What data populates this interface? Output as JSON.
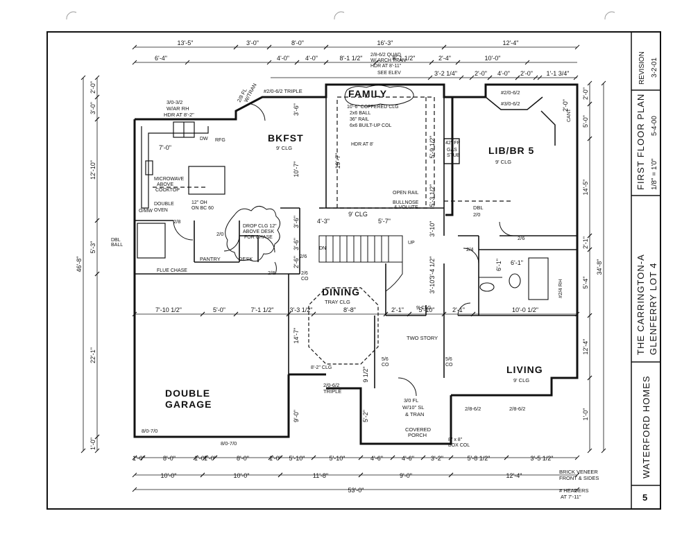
{
  "title_block": {
    "company": "WATERFORD HOMES",
    "plan_name": "THE CARRINGTON-A",
    "lot": "GLENFERRY LOT 4",
    "sheet_title": "FIRST FLOOR PLAN",
    "scale": "1/8\" = 1'0\"",
    "date": "5-4-00",
    "revision_label": "REVISION",
    "revision_date": "3-2-01",
    "sheet_number": "5"
  },
  "rooms": {
    "family": "FAMILY",
    "family_notes": [
      "10'-6\" COFFERED CLG",
      "2x6 BALL",
      "36\" RAIL",
      "6x6 BUILT-UP COL",
      "HDR AT 8'"
    ],
    "bkfst": "BKFST",
    "bkfst_clg": "9' CLG",
    "lib": "LIB/BR 5",
    "lib_clg": "9' CLG",
    "dining": "DINING",
    "dining_clg": "TRAY CLG",
    "living": "LIVING",
    "living_clg": "9' CLG",
    "garage_1": "DOUBLE",
    "garage_2": "GARAGE",
    "two_story": "TWO STORY",
    "covered_porch_1": "COVERED",
    "covered_porch_2": "PORCH",
    "pantry": "PANTRY",
    "desk": "DESK"
  },
  "notes": {
    "window_kitchen": "3/0-3/2",
    "window_kitchen_2": "W/AR RH",
    "window_kitchen_3": "HDR AT 8'-2\"",
    "fl_tran": "2/8 FL",
    "fl_tran_2": "W/TRAN",
    "triple_top": "#2/0-6/2 TRIPLE",
    "quad": "2/8-6/2 QUAD",
    "arch_tran": "W/ ARCH TRAN",
    "hdr_811": "HDR AT 8'-11\"",
    "see_elev": "SEE ELEV",
    "lib_win_1": "#2/0-6/2",
    "lib_win_2": "#3/0-6/2",
    "fp": "42\" FP",
    "gas": "GAS",
    "gas_2": "STUB",
    "open_rail": "OPEN RAIL",
    "bullnose": "BULLNOSE",
    "volute": "& VOLUTE",
    "dbl": "DBL",
    "dbl_2": "2/0",
    "microwave": "MICROWAVE",
    "above": "ABOVE",
    "cooktop": "COOKTOP",
    "oh": "12\" OH",
    "on_bc": "ON BC 60",
    "double_oven": "DOUBLE",
    "oven": "OVEN",
    "om": "O/MW",
    "drop_clg": "DROP CLG 12\"",
    "above_desk": "ABOVE DESK",
    "for_chase": "FOR CHASE",
    "flue_chase": "FLUE CHASE",
    "dbl_ball": "DBL",
    "dbl_ball_2": "BALL",
    "dw": "DW",
    "rfg": "RFG",
    "dn": "DN",
    "up": "UP",
    "clg_8_2": "8'-2\" CLG",
    "triple_bot": "2/0-6/2",
    "triple_bot_2": "TRIPLE",
    "front_door": "3/0 FL",
    "front_door_2": "W/10\" SL",
    "front_door_3": "& TRAN",
    "box_col": "8\" x 8\"",
    "box_col_2": "BOX COL",
    "co1": "5/6",
    "co2": "CO",
    "co3": "5/6",
    "co4": "CO",
    "co5": "2/6",
    "co6": "CO",
    "clg9": "9' CLG",
    "lv1": "2/8-6/2",
    "lv2": "2/8-6/2",
    "door_2_8": "2/8",
    "door_2_0": "2/0",
    "door_2_8b": "2/8",
    "door_2_6": "2/6",
    "door_2_4": "2/4",
    "door_2_6b": "2/6",
    "door_2_4rh": "#2/4 RH",
    "garage_door_1": "8/0-7/0",
    "garage_door_2": "8/0-7/0",
    "brick": "BRICK VENEER",
    "brick_2": "FRONT & SIDES",
    "headers": "# HEADERS",
    "headers_2": "AT 7'-11\"",
    "bath_dim": "6'-1\"",
    "cant": "CANT"
  },
  "dims_top_1": [
    "13'-5\"",
    "3'-0\"",
    "8'-0\"",
    "16'-3\"",
    "12'-4\""
  ],
  "dims_top_2": [
    "6'-4\"",
    "4'-0\"",
    "4'-0\"",
    "8'-1 1/2\"",
    "8'-1 1/2\"",
    "2'-4\"",
    "10'-0\""
  ],
  "dims_top_3": [
    "3'-2 1/4\"",
    "2'-0\"",
    "4'-0\"",
    "2'-0\"",
    "1'-1 3/4\""
  ],
  "dims_left": [
    "2'-0\"",
    "3'-0\"",
    "12'-10\"",
    "5'-3\"",
    "22'-1\"",
    "1'-0\""
  ],
  "dim_left_total": "46'-8\"",
  "dims_right": [
    "2'-0\"",
    "5'-0\"",
    "14'-5\"",
    "2'-1\"",
    "5'-4\"",
    "12'-4\"",
    "1'-0\""
  ],
  "dim_right_total": "34'-8\"",
  "dims_mid_row": [
    "7'-10 1/2\"",
    "5'-0\"",
    "7'-1 1/2\"",
    "3'-3 1/2\"",
    "8'-8\"",
    "2'-1\"",
    "5'-10\"",
    "2'-1\"",
    "10'-0 1/2\""
  ],
  "dims_vertical_inner": [
    "3'-6\"",
    "10'-7\"",
    "3'-6\"",
    "3'-6\"",
    "2'-6\"",
    "19'-7\"",
    "5'-9 1/2\"",
    "5'-3 1/2\"",
    "3'-10\"",
    "3'-4 1/2\"",
    "3'-10\"",
    "14'-7\"",
    "9 1/2\"",
    "5'-2\"",
    "9'-0\"",
    "6'-1\"",
    "2'-0\""
  ],
  "dims_inner_small": [
    "7'-0\"",
    "4'-3\"",
    "5'-7\"",
    "9' CLG"
  ],
  "dims_bottom_1": [
    "1'-0\"",
    "8'-0\"",
    "1'-0\"",
    "1'-0\"",
    "8'-0\"",
    "1'-0\"",
    "5'-10\"",
    "5'-10\"",
    "4'-6\"",
    "4'-6\"",
    "3'-2\"",
    "5'-8 1/2\"",
    "3'-5 1/2\""
  ],
  "dims_bottom_2": [
    "10'-0\"",
    "10'-0\"",
    "11'-8\"",
    "9'-0\"",
    "12'-4\""
  ],
  "dim_bottom_total": "53'-0\""
}
